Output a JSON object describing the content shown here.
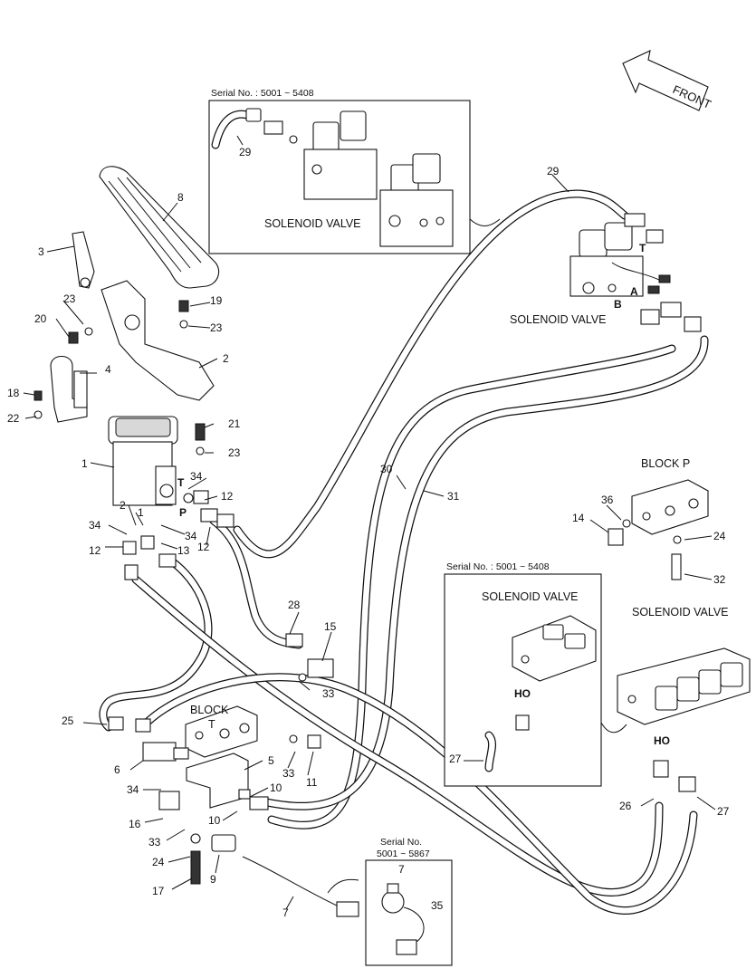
{
  "front_label": "FRONT",
  "inset_top": {
    "serial": "Serial No. : 5001 ~ 5408",
    "caption": "SOLENOID VALVE",
    "part": "29"
  },
  "inset_mid": {
    "serial": "Serial No. : 5001 ~ 5408",
    "caption": "SOLENOID VALVE",
    "port": "HO",
    "part": "27"
  },
  "inset_bot": {
    "serial_line1": "Serial No.",
    "serial_line2": "5001 ~ 5867",
    "part_a": "7",
    "part_b": "35"
  },
  "main_solenoid": {
    "caption": "SOLENOID VALVE",
    "port_t": "T",
    "port_a": "A",
    "port_b": "B"
  },
  "block_p": {
    "caption": "BLOCK  P"
  },
  "block_t": {
    "caption_line1": "BLOCK",
    "caption_line2": "T"
  },
  "right_solenoid": {
    "caption": "SOLENOID VALVE",
    "port": "HO"
  },
  "pedal_ports": {
    "t": "T",
    "p": "P"
  },
  "callouts": {
    "c1a": "1",
    "c1b": "1",
    "c2a": "2",
    "c2b": "2",
    "c3": "3",
    "c4": "4",
    "c5": "5",
    "c6": "6",
    "c7": "7",
    "c8": "8",
    "c9": "9",
    "c10a": "10",
    "c10b": "10",
    "c11": "11",
    "c12a": "12",
    "c12b": "12",
    "c12c": "12",
    "c13": "13",
    "c14": "14",
    "c15": "15",
    "c16": "16",
    "c17": "17",
    "c18": "18",
    "c19": "19",
    "c20": "20",
    "c21": "21",
    "c22": "22",
    "c23a": "23",
    "c23b": "23",
    "c23c": "23",
    "c24a": "24",
    "c24b": "24",
    "c25": "25",
    "c26": "26",
    "c27": "27",
    "c28": "28",
    "c29": "29",
    "c30": "30",
    "c31": "31",
    "c32": "32",
    "c33a": "33",
    "c33b": "33",
    "c33c": "33",
    "c34a": "34",
    "c34b": "34",
    "c34c": "34",
    "c34d": "34",
    "c36": "36"
  }
}
